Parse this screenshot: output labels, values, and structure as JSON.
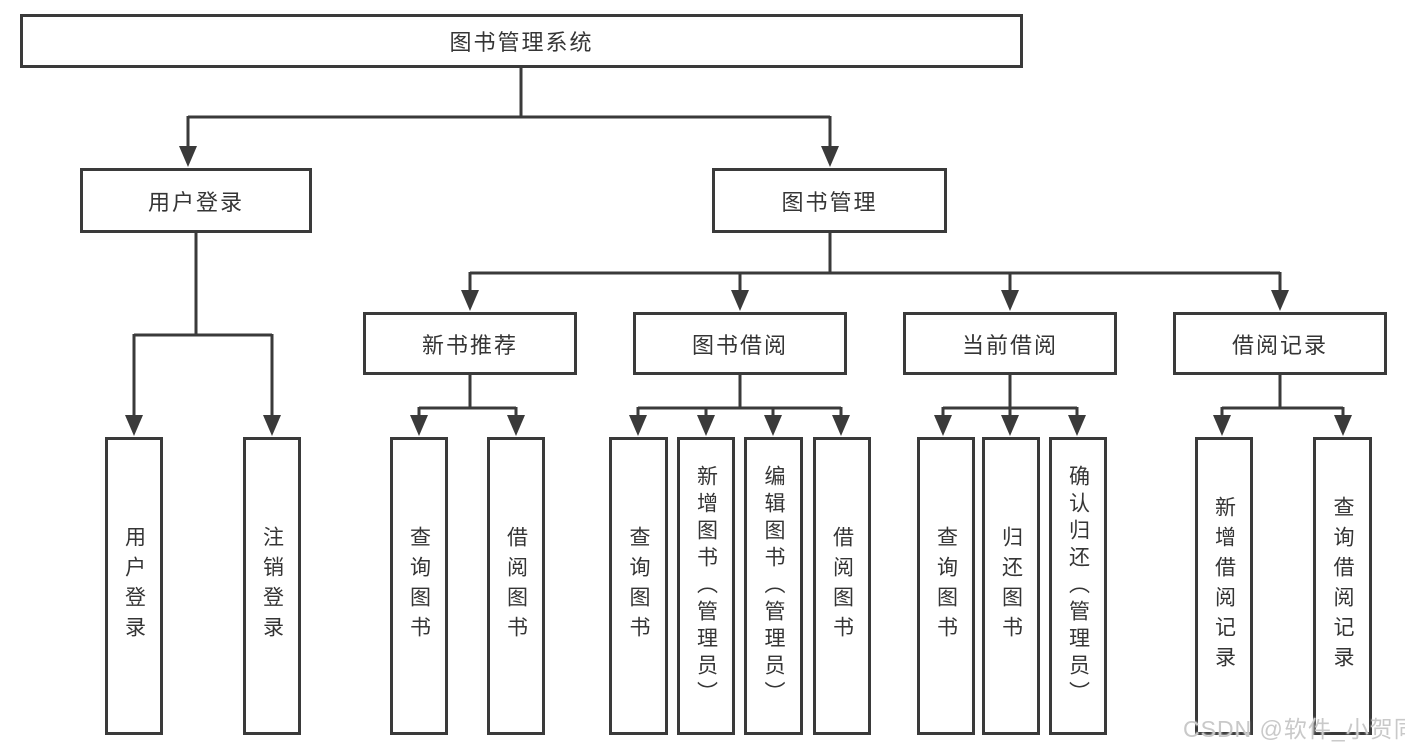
{
  "diagram": {
    "root_label": "图书管理系统",
    "login": {
      "label": "用户登录",
      "children": [
        "用户登录",
        "注销登录"
      ]
    },
    "manage": {
      "label": "图书管理",
      "groups": [
        {
          "label": "新书推荐",
          "children": [
            "查询图书",
            "借阅图书"
          ]
        },
        {
          "label": "图书借阅",
          "children": [
            "查询图书",
            "新增图书（管理员）",
            "编辑图书（管理员）",
            "借阅图书"
          ]
        },
        {
          "label": "当前借阅",
          "children": [
            "查询图书",
            "归还图书",
            "确认归还（管理员）"
          ]
        },
        {
          "label": "借阅记录",
          "children": [
            "新增借阅记录",
            "查询借阅记录"
          ]
        }
      ]
    }
  },
  "watermark": "CSDN @软件_小贺同学",
  "colors": {
    "line": "#3a3a3a",
    "text": "#353535",
    "background": "#ffffff",
    "watermark": "#c9c9c9"
  }
}
